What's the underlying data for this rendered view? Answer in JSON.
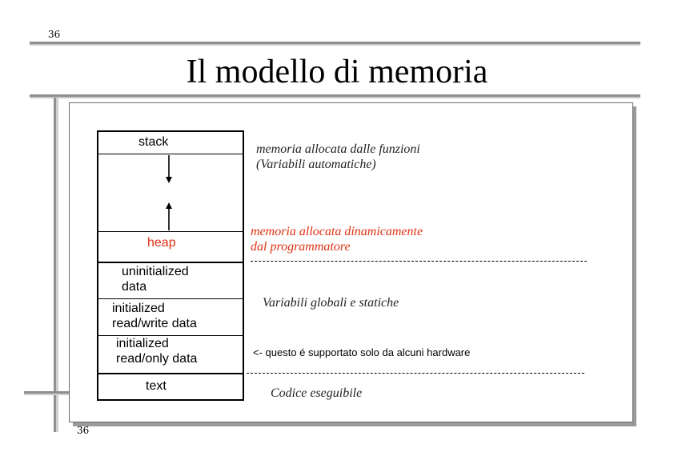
{
  "header": {
    "page_number": "36",
    "title": "Il modello di memoria"
  },
  "slide": {
    "slide_number": "36",
    "segments": {
      "stack": "stack",
      "heap": "heap",
      "uninit_1": "uninitialized",
      "uninit_2": "data",
      "init_rw_1": "initialized",
      "init_rw_2": "read/write data",
      "init_ro_1": "initialized",
      "init_ro_2": "read/only data",
      "text": "text"
    },
    "annotations": {
      "stack_1": "memoria allocata dalle funzioni",
      "stack_2": "(Variabili automatiche)",
      "heap_1": "memoria allocata dinamicamente",
      "heap_2": "dal programmatore",
      "globals": "Variabili globali e statiche",
      "readonly_note": "<- questo é supportato solo da alcuni hardware",
      "code": "Codice eseguibile"
    },
    "colors": {
      "heap_accent": "#e03010"
    }
  }
}
